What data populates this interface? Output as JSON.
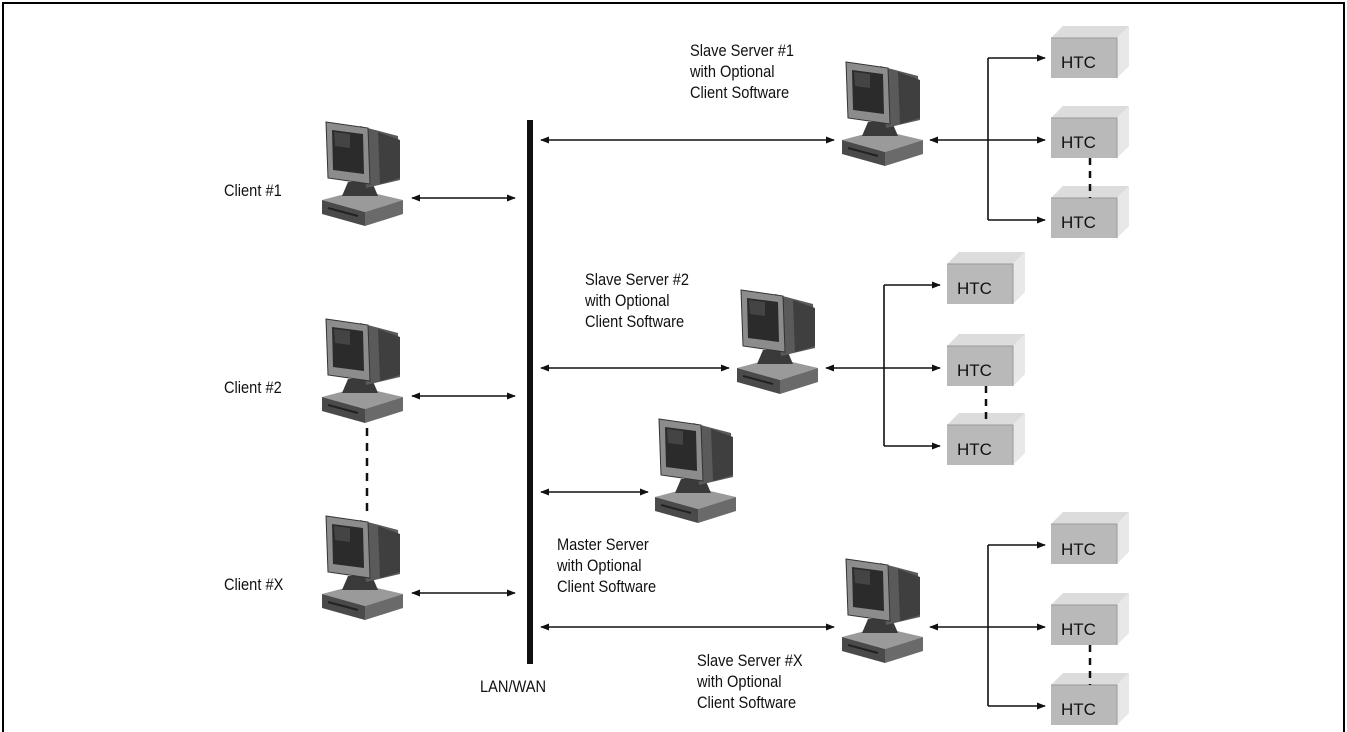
{
  "backbone_label": "LAN/WAN",
  "clients": [
    {
      "label": "Client #1"
    },
    {
      "label": "Client #2"
    },
    {
      "label": "Client #X"
    }
  ],
  "master_server": {
    "line1": "Master Server",
    "line2": "with Optional",
    "line3": "Client Software"
  },
  "slave_servers": [
    {
      "line1": "Slave Server #1",
      "line2": "with Optional",
      "line3": "Client Software"
    },
    {
      "line1": "Slave Server #2",
      "line2": "with Optional",
      "line3": "Client Software"
    },
    {
      "line1": "Slave Server #X",
      "line2": "with Optional",
      "line3": "Client Software"
    }
  ],
  "htc_label": "HTC",
  "colors": {
    "frame": "#000000",
    "line": "#111111",
    "htc_front": "#bdbdbd",
    "htc_top": "#dcdcdc",
    "htc_side": "#e6e6e6"
  }
}
